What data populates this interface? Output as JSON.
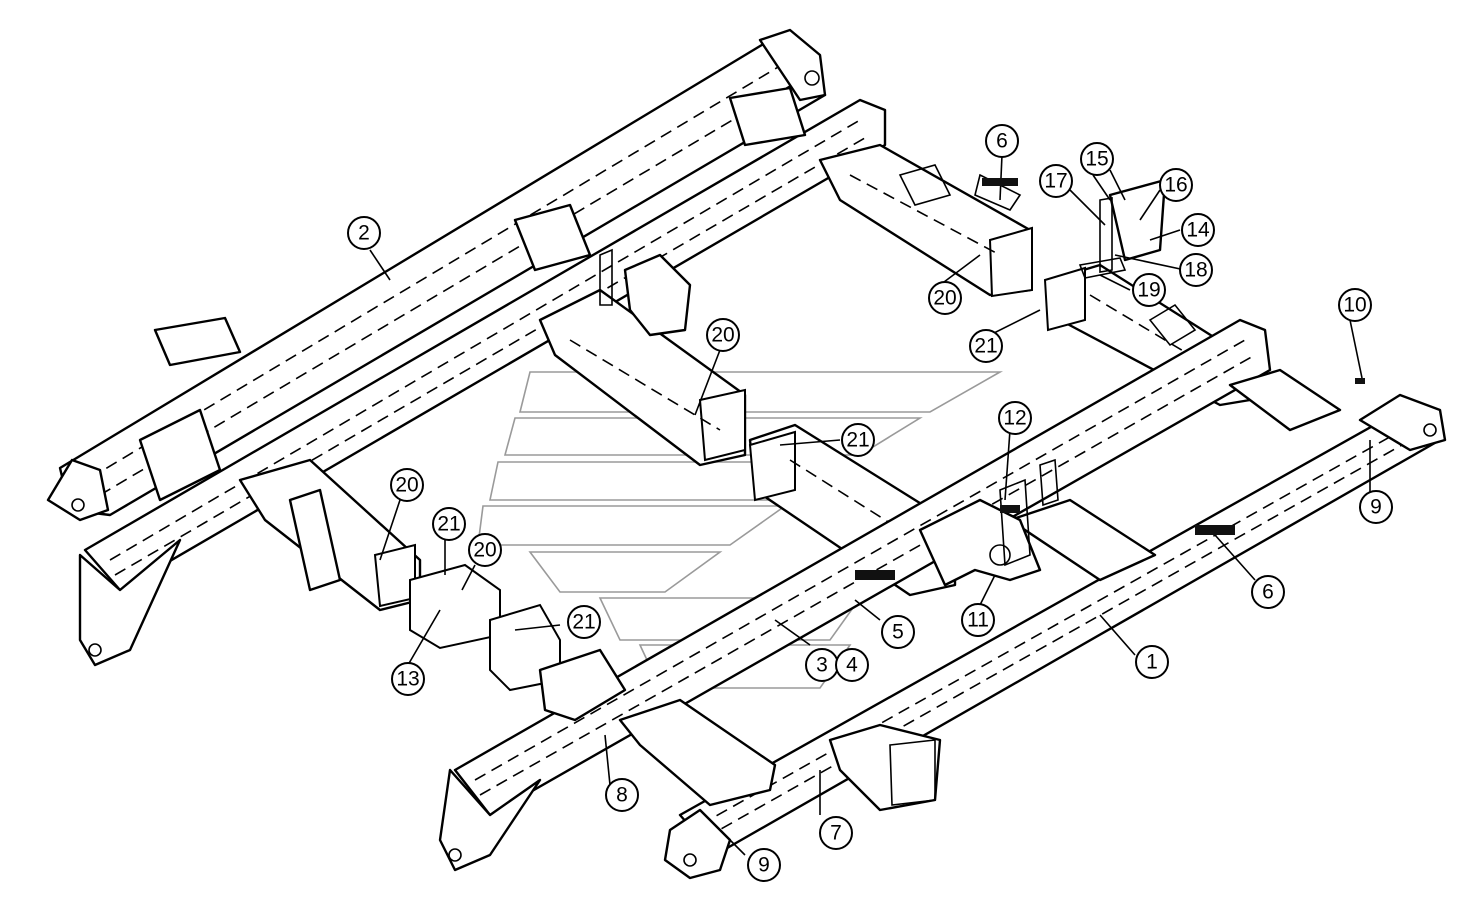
{
  "callouts": [
    {
      "id": "c1",
      "label": "1"
    },
    {
      "id": "c2",
      "label": "2"
    },
    {
      "id": "c3",
      "label": "3"
    },
    {
      "id": "c4",
      "label": "4"
    },
    {
      "id": "c5",
      "label": "5"
    },
    {
      "id": "c6a",
      "label": "6"
    },
    {
      "id": "c6b",
      "label": "6"
    },
    {
      "id": "c7",
      "label": "7"
    },
    {
      "id": "c8",
      "label": "8"
    },
    {
      "id": "c9a",
      "label": "9"
    },
    {
      "id": "c9b",
      "label": "9"
    },
    {
      "id": "c10",
      "label": "10"
    },
    {
      "id": "c11",
      "label": "11"
    },
    {
      "id": "c12",
      "label": "12"
    },
    {
      "id": "c13",
      "label": "13"
    },
    {
      "id": "c14",
      "label": "14"
    },
    {
      "id": "c15",
      "label": "15"
    },
    {
      "id": "c16",
      "label": "16"
    },
    {
      "id": "c17",
      "label": "17"
    },
    {
      "id": "c18",
      "label": "18"
    },
    {
      "id": "c19",
      "label": "19"
    },
    {
      "id": "c20a",
      "label": "20"
    },
    {
      "id": "c20b",
      "label": "20"
    },
    {
      "id": "c20c",
      "label": "20"
    },
    {
      "id": "c20d",
      "label": "20"
    },
    {
      "id": "c21a",
      "label": "21"
    },
    {
      "id": "c21b",
      "label": "21"
    },
    {
      "id": "c21c",
      "label": "21"
    },
    {
      "id": "c21d",
      "label": "21"
    }
  ],
  "colors": {
    "line": "#000000",
    "watermark": "#9a9a9a",
    "background": "#ffffff"
  }
}
